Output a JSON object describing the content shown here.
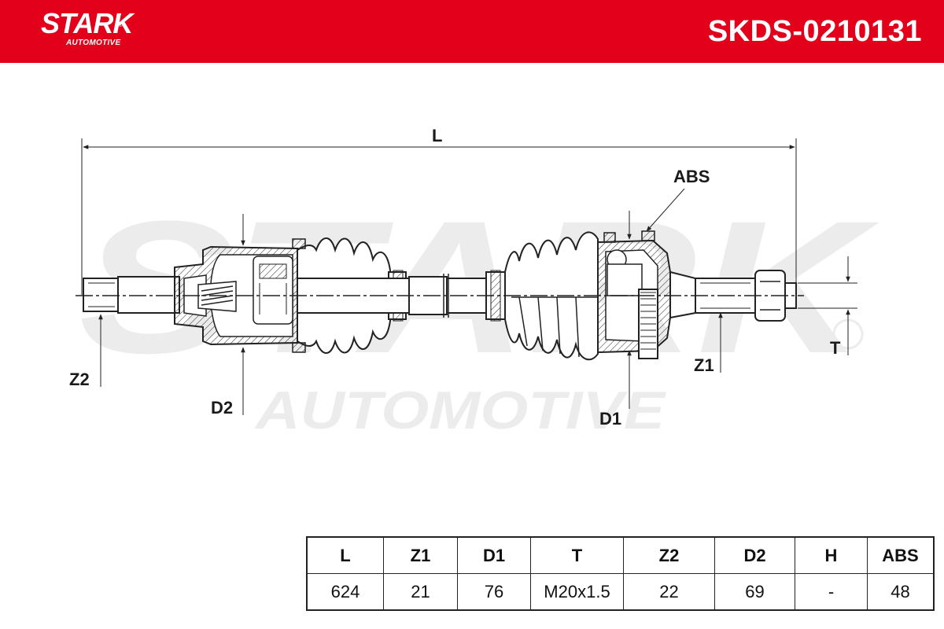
{
  "header": {
    "brand": "STARK",
    "brand_sub": "AUTOMOTIVE",
    "registered_mark": "®",
    "part_number": "SKDS-0210131",
    "background_color": "#e2001a"
  },
  "watermark": {
    "main": "STARK",
    "sub": "AUTOMOTIVE"
  },
  "diagram": {
    "dimension_labels": {
      "L": "L",
      "ABS": "ABS",
      "Z2": "Z2",
      "D2": "D2",
      "D1": "D1",
      "Z1": "Z1",
      "T": "T"
    }
  },
  "spec_table": {
    "headers": [
      "L",
      "Z1",
      "D1",
      "T",
      "Z2",
      "D2",
      "H",
      "ABS"
    ],
    "values": [
      "624",
      "21",
      "76",
      "M20x1.5",
      "22",
      "69",
      "-",
      "48"
    ]
  }
}
